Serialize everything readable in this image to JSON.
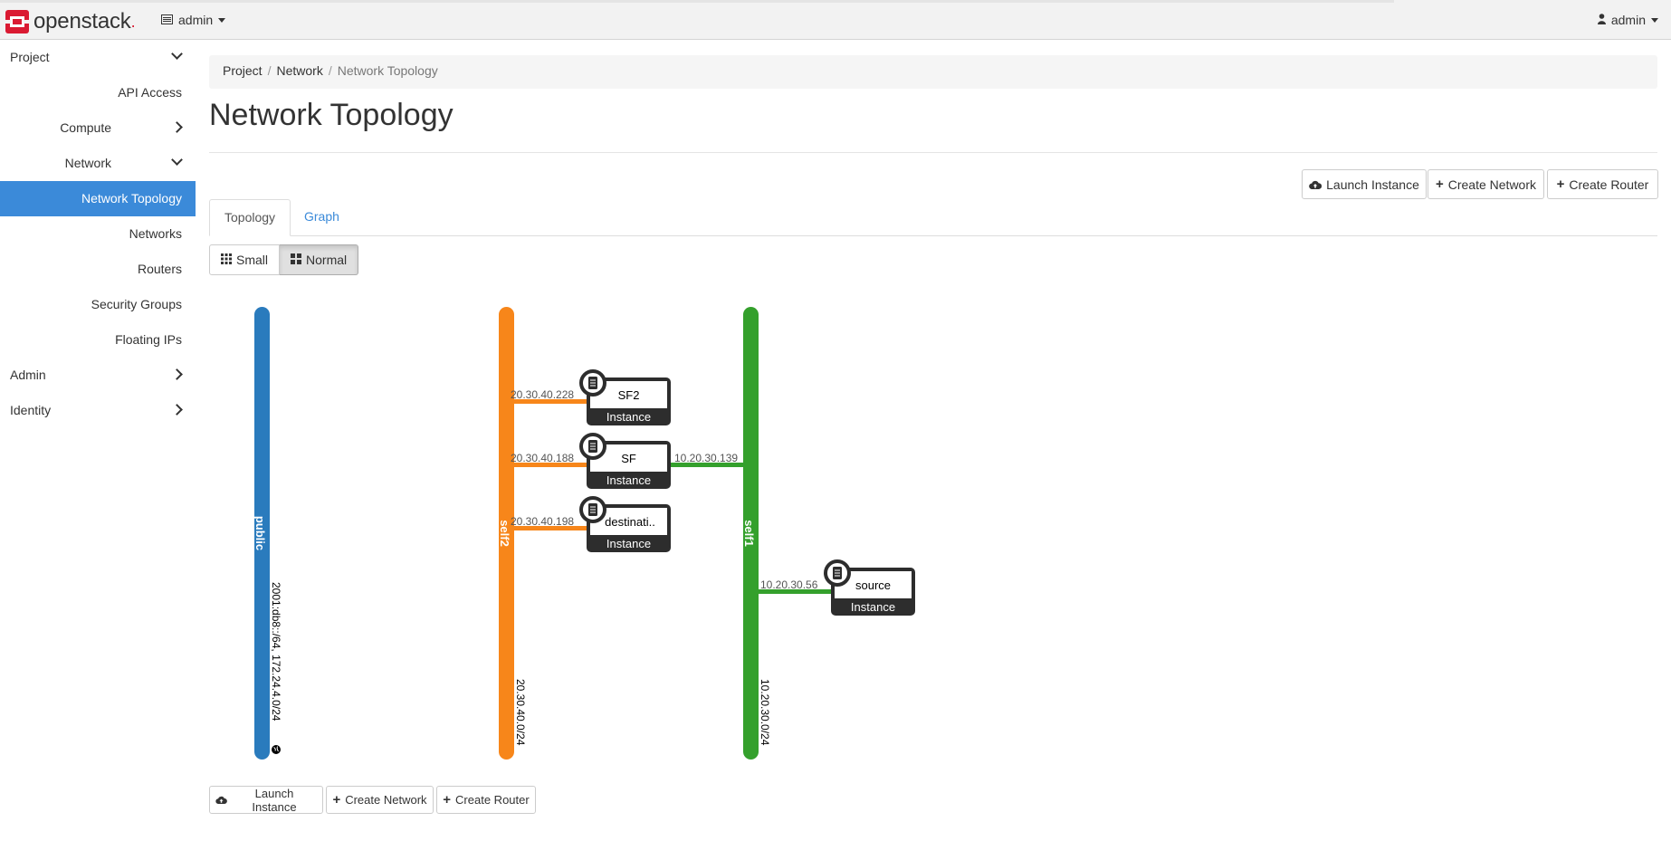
{
  "header": {
    "brand": "openstack",
    "project_menu": "admin",
    "user_menu": "admin"
  },
  "sidebar": {
    "items": [
      {
        "label": "Project",
        "level": 0,
        "chevron": "down"
      },
      {
        "label": "API Access",
        "level": 2
      },
      {
        "label": "Compute",
        "level": 1,
        "chevron": "right"
      },
      {
        "label": "Network",
        "level": 1,
        "chevron": "down"
      },
      {
        "label": "Network Topology",
        "level": 2,
        "active": true
      },
      {
        "label": "Networks",
        "level": 2
      },
      {
        "label": "Routers",
        "level": 2
      },
      {
        "label": "Security Groups",
        "level": 2
      },
      {
        "label": "Floating IPs",
        "level": 2
      },
      {
        "label": "Admin",
        "level": 0,
        "chevron": "right"
      },
      {
        "label": "Identity",
        "level": 0,
        "chevron": "right"
      }
    ]
  },
  "breadcrumb": {
    "items": [
      "Project",
      "Network"
    ],
    "current": "Network Topology"
  },
  "page": {
    "title": "Network Topology"
  },
  "actions": {
    "launch_instance": "Launch Instance",
    "create_network": "Create Network",
    "create_router": "Create Router"
  },
  "tabs": {
    "topology": "Topology",
    "graph": "Graph"
  },
  "view_size": {
    "small": "Small",
    "normal": "Normal",
    "selected": "Normal"
  },
  "topology": {
    "instance_type_label": "Instance",
    "networks": [
      {
        "name": "public",
        "color": "#2a7bbd",
        "cidr": "2001:db8::/64, 172.24.4.0/24",
        "external": true
      },
      {
        "name": "self2",
        "color": "#f7861a",
        "cidr": "20.30.40.0/24"
      },
      {
        "name": "self1",
        "color": "#34a02c",
        "cidr": "10.20.30.0/24"
      }
    ],
    "instances": [
      {
        "name": "SF2",
        "ports": [
          {
            "network": "self2",
            "ip": "20.30.40.228"
          }
        ]
      },
      {
        "name": "SF",
        "ports": [
          {
            "network": "self2",
            "ip": "20.30.40.188"
          },
          {
            "network": "self1",
            "ip": "10.20.30.139"
          }
        ]
      },
      {
        "name": "destinati..",
        "ports": [
          {
            "network": "self2",
            "ip": "20.30.40.198"
          }
        ]
      },
      {
        "name": "source",
        "ports": [
          {
            "network": "self1",
            "ip": "10.20.30.56"
          }
        ]
      }
    ]
  }
}
